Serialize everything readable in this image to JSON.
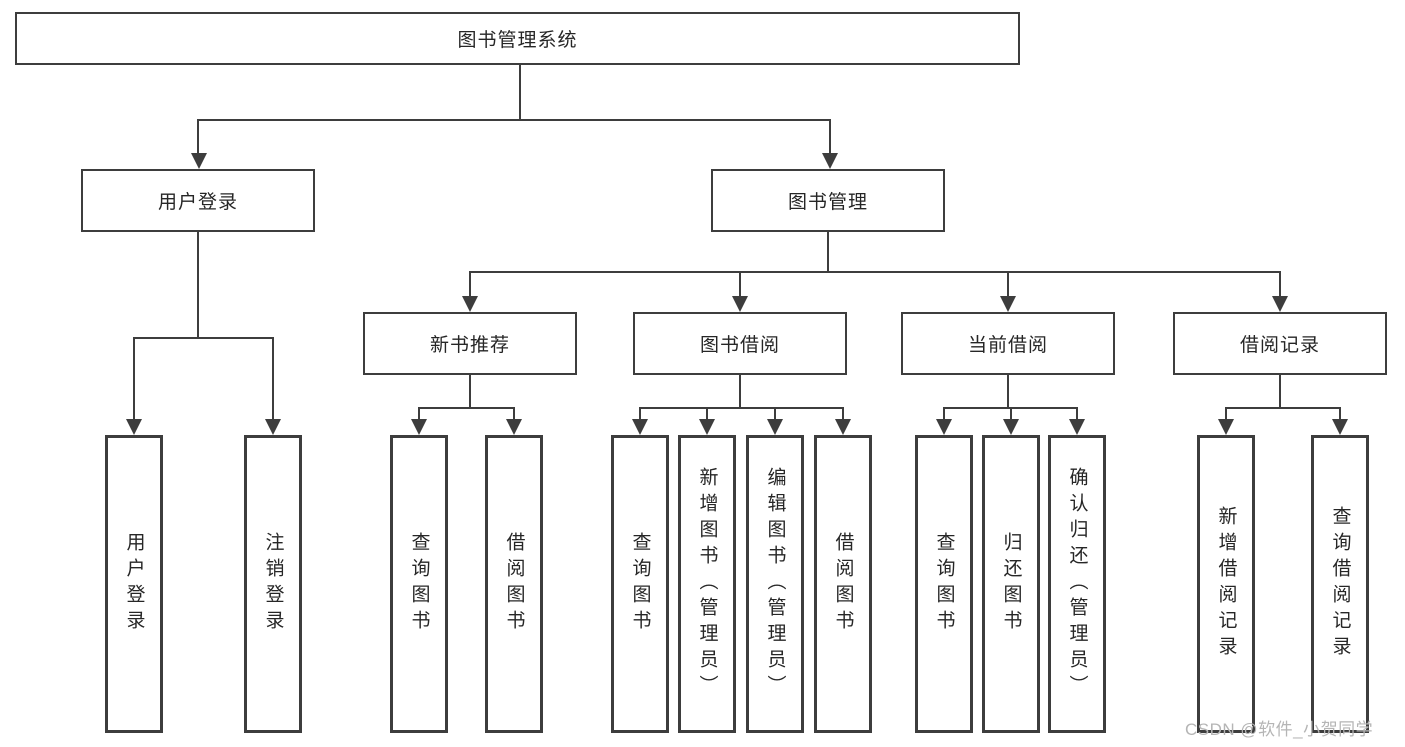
{
  "diagram": {
    "root": {
      "label": "图书管理系统"
    },
    "branches": [
      {
        "id": "user-login",
        "label": "用户登录",
        "children": [
          {
            "label": "用户登录"
          },
          {
            "label": "注销登录"
          }
        ]
      },
      {
        "id": "book-management",
        "label": "图书管理",
        "groups": [
          {
            "id": "new-book-recommend",
            "label": "新书推荐",
            "children": [
              {
                "label": "查询图书"
              },
              {
                "label": "借阅图书"
              }
            ]
          },
          {
            "id": "book-borrow",
            "label": "图书借阅",
            "children": [
              {
                "label": "查询图书"
              },
              {
                "label": "新增图书（管理员）"
              },
              {
                "label": "编辑图书（管理员）"
              },
              {
                "label": "借阅图书"
              }
            ]
          },
          {
            "id": "current-borrow",
            "label": "当前借阅",
            "children": [
              {
                "label": "查询图书"
              },
              {
                "label": "归还图书"
              },
              {
                "label": "确认归还（管理员）"
              }
            ]
          },
          {
            "id": "borrow-record",
            "label": "借阅记录",
            "children": [
              {
                "label": "新增借阅记录"
              },
              {
                "label": "查询借阅记录"
              }
            ]
          }
        ]
      }
    ]
  },
  "watermark": {
    "text": "CSDN @软件_小贺同学"
  },
  "colors": {
    "line": "#3d3d3d",
    "text": "#262626",
    "background": "#ffffff",
    "watermark": "#b5b5b5"
  }
}
